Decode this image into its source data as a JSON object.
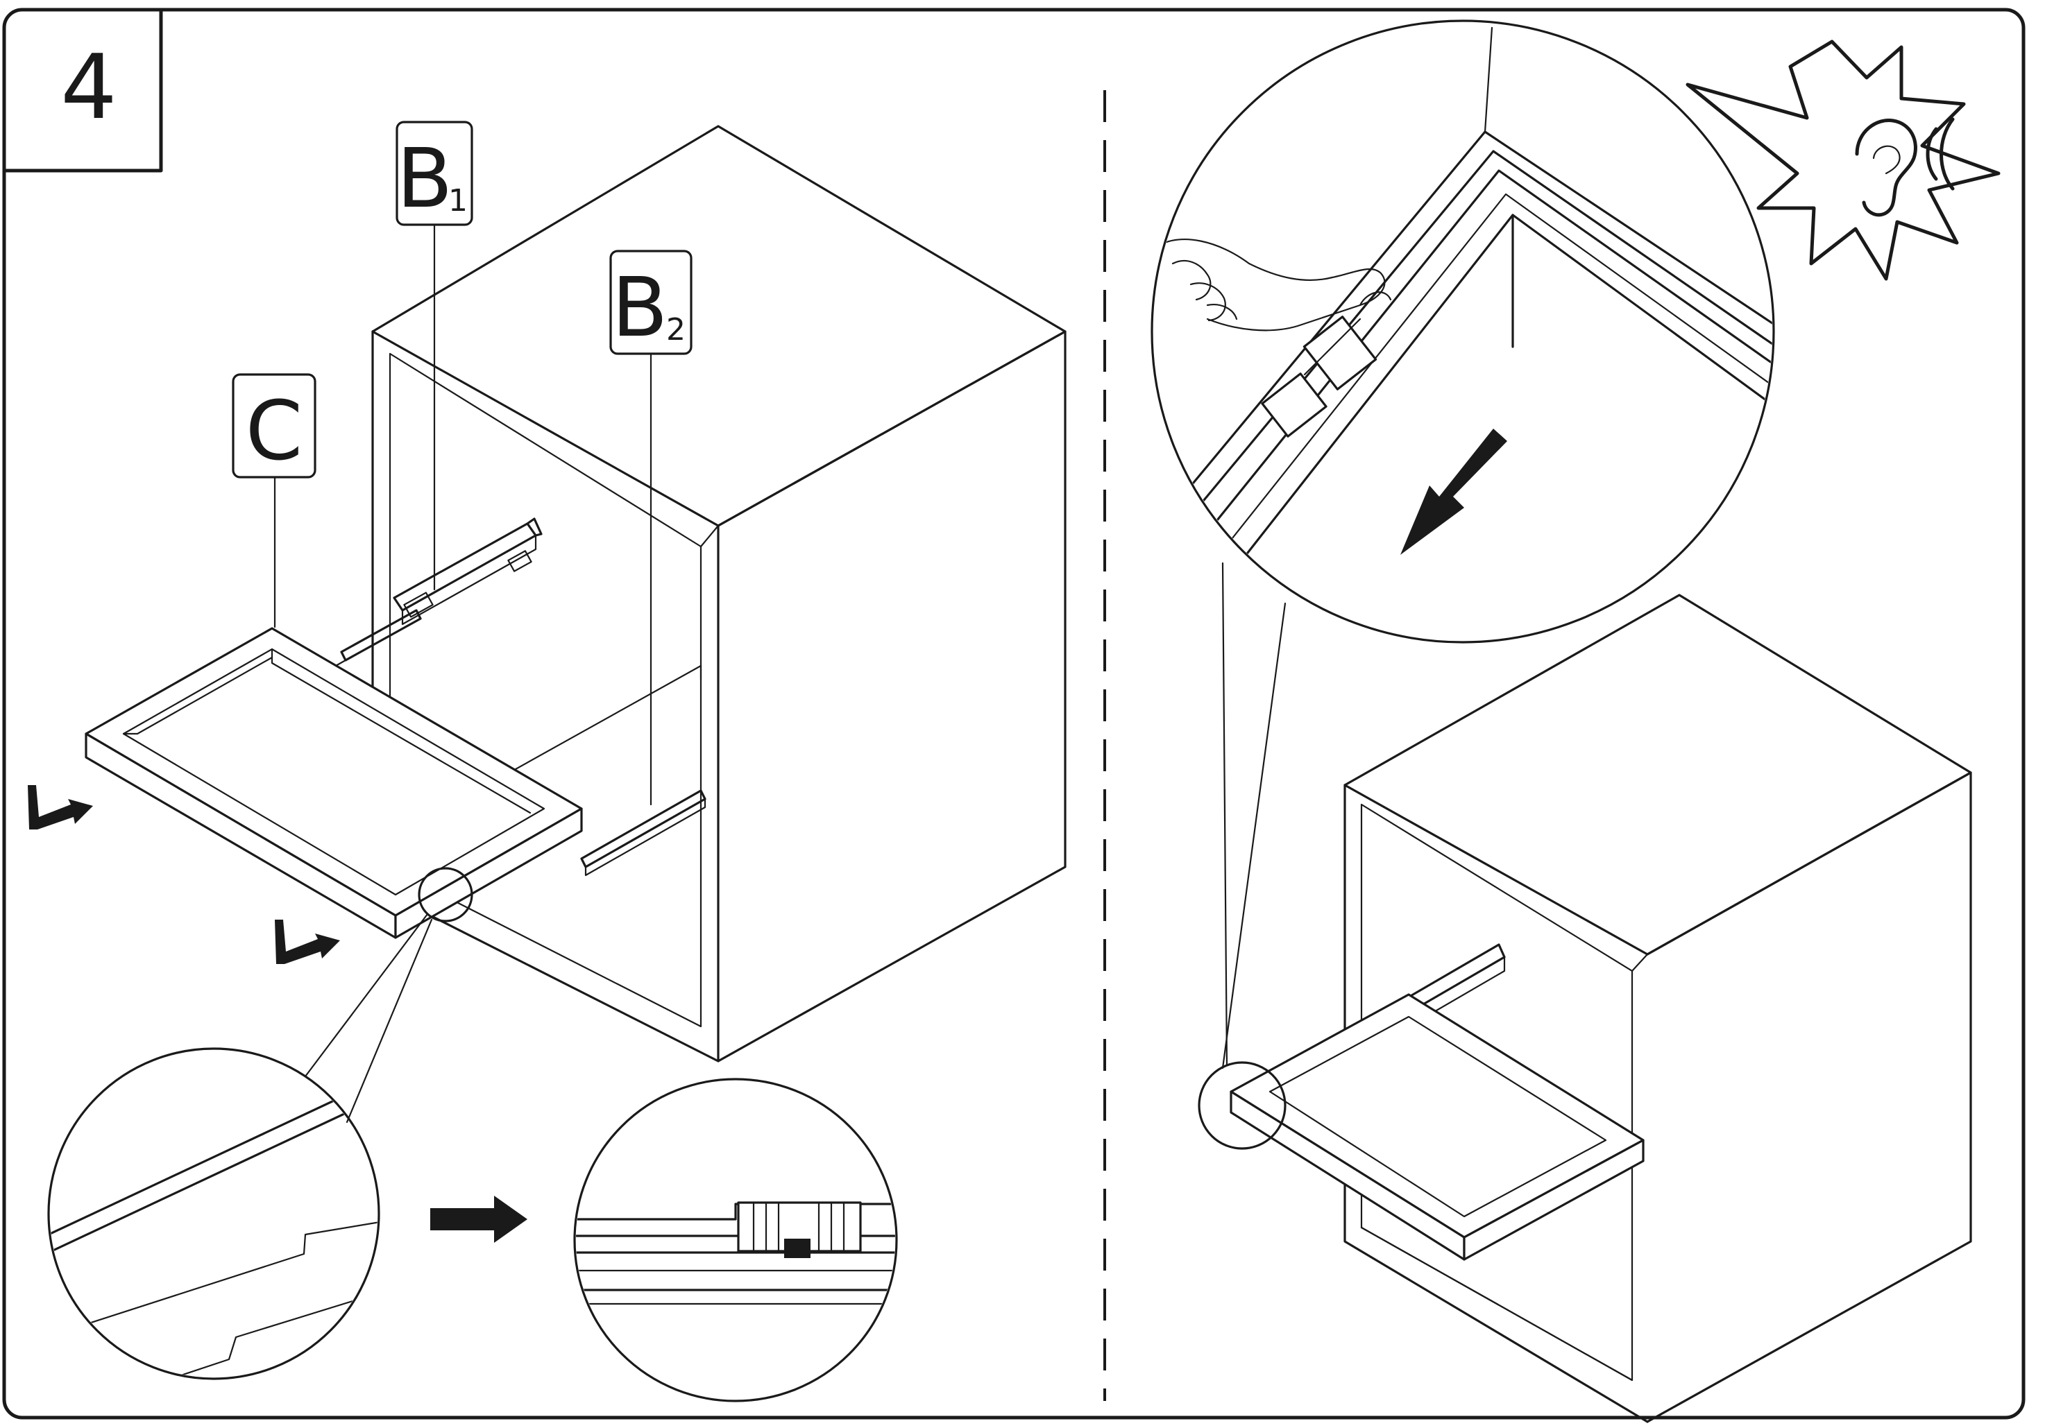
{
  "step": {
    "number": "4"
  },
  "labels": {
    "b1": {
      "main": "B",
      "sub": "1"
    },
    "b2": {
      "main": "B",
      "sub": "2"
    },
    "c": {
      "main": "C"
    }
  },
  "icons": {
    "hear_click": "ear-click-sound-icon",
    "direction_arrow": "arrow-right-icon",
    "pull_arrow": "arrow-down-left-icon",
    "push_marker": "bent-arrow-icon"
  },
  "colors": {
    "ink": "#1a1a1a",
    "paper": "#ffffff"
  }
}
